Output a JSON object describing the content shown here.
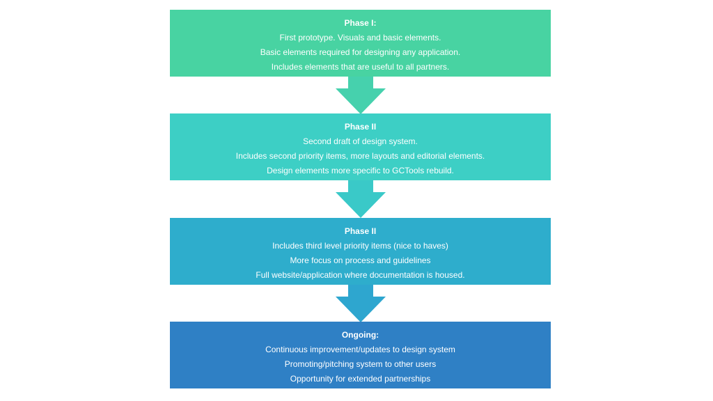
{
  "phases": [
    {
      "title": "Phase I:",
      "lines": [
        "First prototype. Visuals and basic elements.",
        "Basic elements required for designing any application.",
        "Includes elements that are useful to all partners."
      ],
      "color": "#48d3a2"
    },
    {
      "title": "Phase II",
      "lines": [
        "Second draft of design system.",
        "Includes second priority items, more layouts and editorial elements.",
        "Design elements more specific to GCTools rebuild."
      ],
      "color": "#3dcfc5"
    },
    {
      "title": "Phase II",
      "lines": [
        "Includes third level priority items (nice to haves)",
        "More focus on process and guidelines",
        "Full website/application where documentation is housed."
      ],
      "color": "#2eadcc"
    },
    {
      "title": "Ongoing:",
      "lines": [
        "Continuous improvement/updates to design system",
        "Promoting/pitching system to other users",
        "Opportunity for extended partnerships"
      ],
      "color": "#2f80c5"
    }
  ],
  "arrows": [
    {
      "color": "#46d1ad"
    },
    {
      "color": "#3ac9c8"
    },
    {
      "color": "#2ea6cf"
    }
  ]
}
